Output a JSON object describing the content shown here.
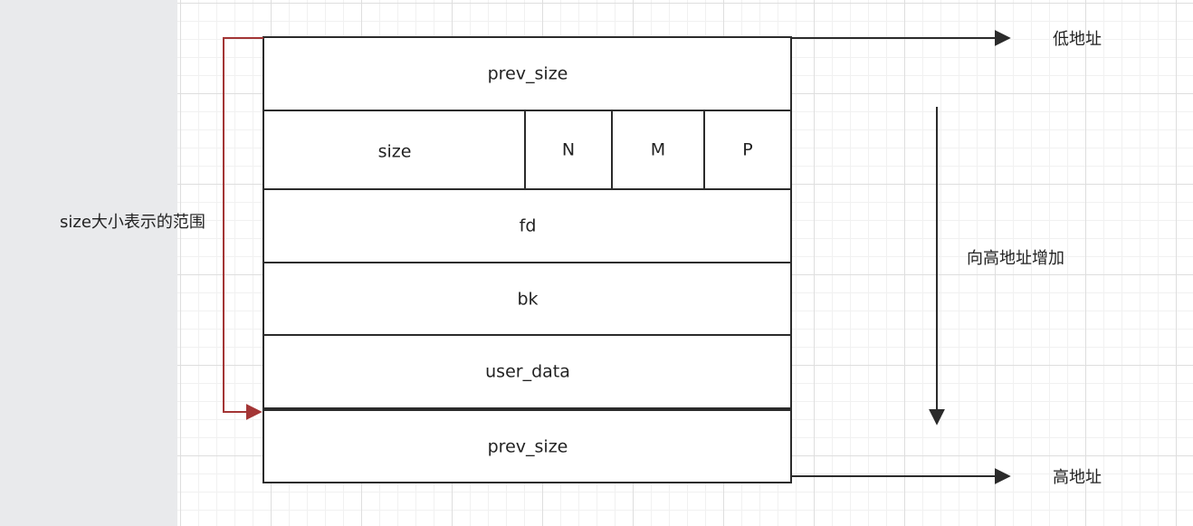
{
  "diagram": {
    "cells": {
      "prev_size_top": "prev_size",
      "size": "size",
      "flag_n": "N",
      "flag_m": "M",
      "flag_p": "P",
      "fd": "fd",
      "bk": "bk",
      "user_data": "user_data",
      "prev_size_bottom": "prev_size"
    },
    "labels": {
      "low_address": "低地址",
      "high_address": "高地址",
      "increase_direction": "向高地址增加",
      "size_range": "size大小表示的范围"
    },
    "colors": {
      "stroke": "#2b2b2b",
      "range_bracket": "#a33535",
      "text": "#222222"
    }
  }
}
